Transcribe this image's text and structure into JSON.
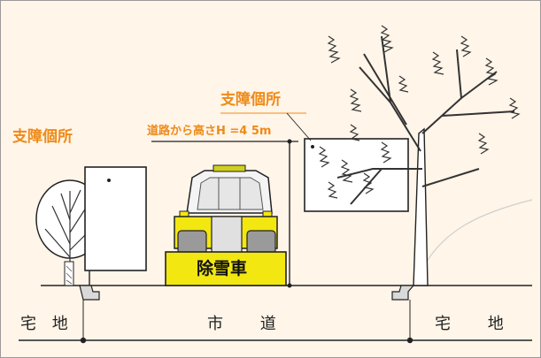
{
  "labels": {
    "obstruction_left": "支障個所",
    "obstruction_right": "支障個所",
    "height_note": "道路から高さH =4 5m",
    "vehicle": "除雪車",
    "land_left": "宅 地",
    "road": "市 道",
    "land_right": "宅 地"
  },
  "colors": {
    "background": "#fff5e9",
    "label": "#ef8a17",
    "plow_blade": "#f3e712",
    "line": "#222222"
  },
  "icons": [
    "tree-icon",
    "snowplow-icon",
    "sign-board-icon",
    "curb-icon"
  ]
}
